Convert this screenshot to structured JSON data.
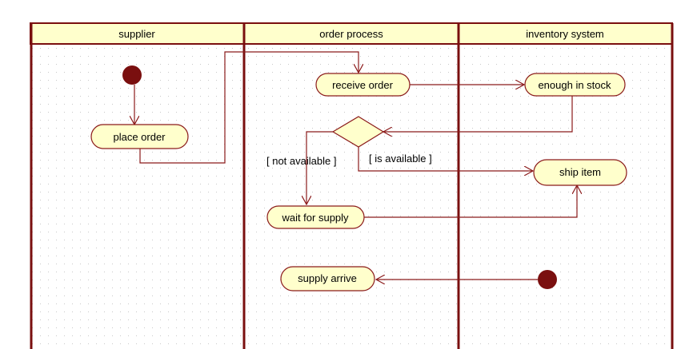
{
  "lanes": [
    {
      "label": "supplier"
    },
    {
      "label": "order process"
    },
    {
      "label": "inventory system"
    }
  ],
  "nodes": {
    "place_order": "place order",
    "receive_order": "receive order",
    "enough_in_stock": "enough in stock",
    "ship_item": "ship item",
    "wait_for_supply": "wait for supply",
    "supply_arrive": "supply arrive"
  },
  "guards": {
    "not_available": "[ not available ]",
    "is_available": "[ is available ]"
  },
  "colors": {
    "lane_line": "#7a0f0f",
    "node_fill": "#ffffcc",
    "node_stroke": "#8b1a1a",
    "start_node": "#7a0f0f",
    "grid_dot": "#c8c8c8"
  }
}
